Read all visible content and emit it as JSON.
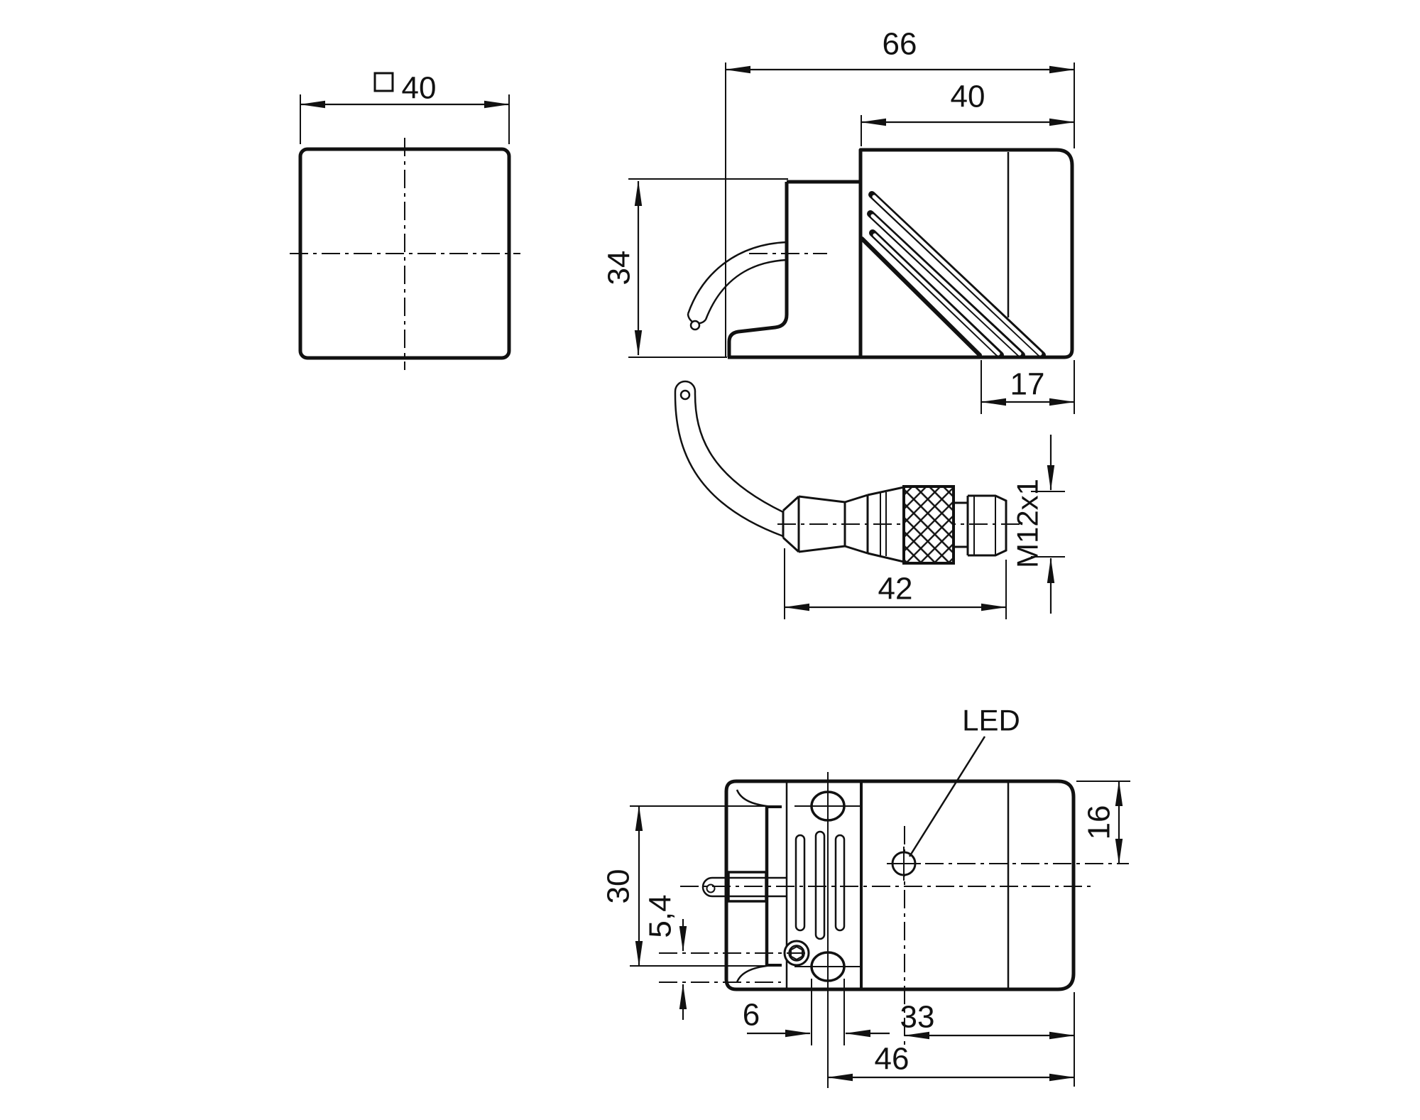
{
  "drawing": {
    "type": "technical-dimension-drawing",
    "background_color": "#ffffff",
    "line_color": "#111111",
    "views": {
      "front": {
        "square_symbol": "□",
        "dim_width": "40"
      },
      "side": {
        "overall_width": "66",
        "body_width": "40",
        "bracket_height": "34",
        "face_offset": "17"
      },
      "connector": {
        "length": "42",
        "thread_label": "M12x1"
      },
      "top": {
        "bracket_opening": "30",
        "cable_offset": "5,4",
        "led_offset": "16",
        "hole_width": "6",
        "led_to_edge": "33",
        "screw_to_edge": "46",
        "led_label": "LED"
      }
    }
  }
}
